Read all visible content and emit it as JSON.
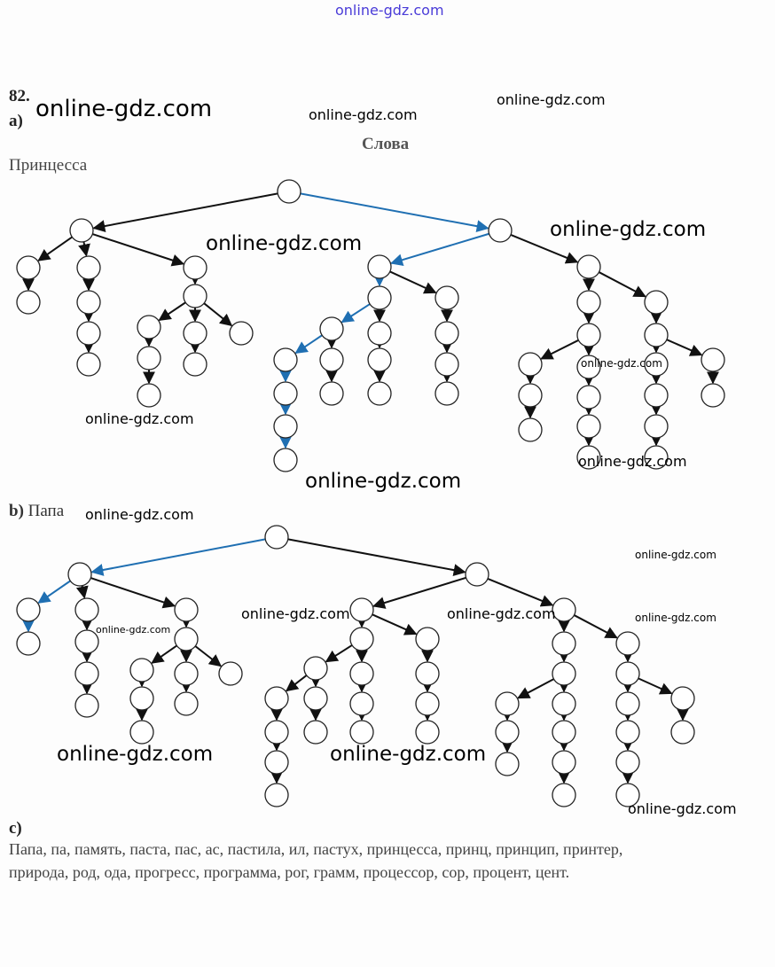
{
  "problem_number": "82.",
  "part_a": {
    "label": "а)",
    "heading": "Слова",
    "word": "Принцесса"
  },
  "part_b": {
    "label": "b)",
    "word": "Папа"
  },
  "part_c": {
    "label": "c)",
    "line1": "Папа, па,  память, паста, пас, ас, пастила, ил, пастух, принцесса, принц, принцип, принтер,",
    "line2": "природа, род, ода, прогресс, программа, рог, грамм, процессор, сор, процент, цент."
  },
  "colors": {
    "highlight_path": "#1f6fb2",
    "edge": "#111111"
  },
  "watermark": "online-gdz.com"
}
